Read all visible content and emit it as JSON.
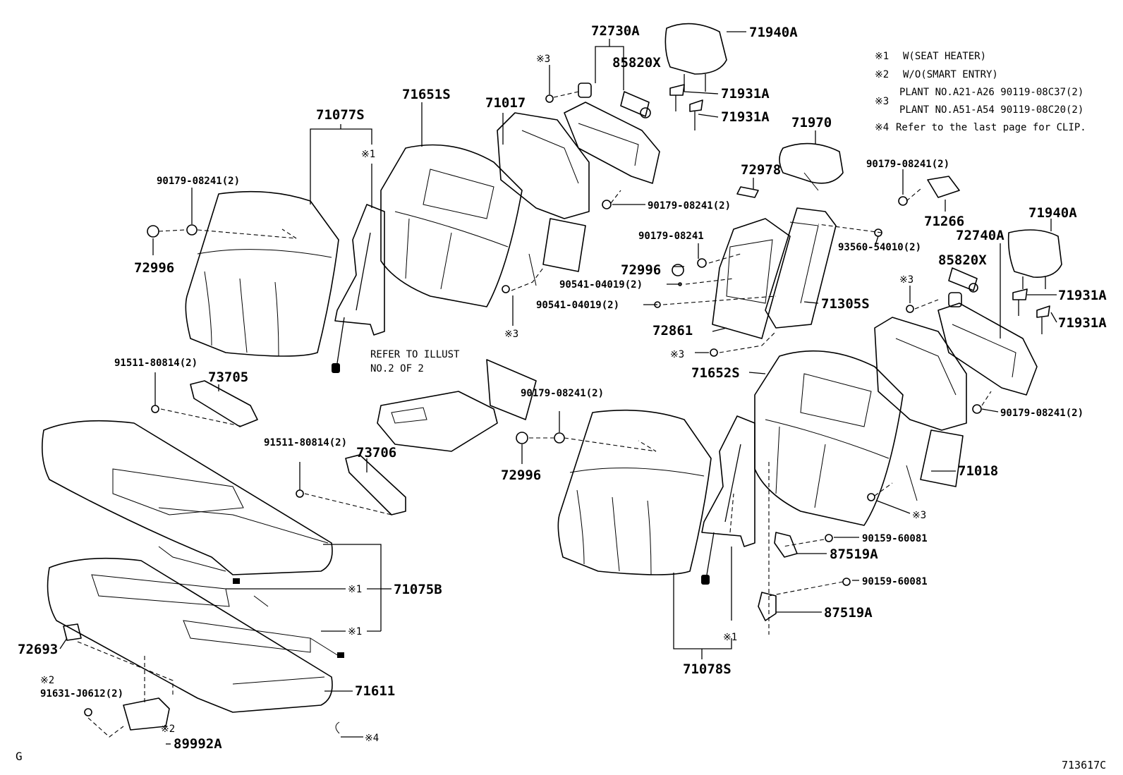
{
  "legend": [
    {
      "mark": "※1",
      "text": "W(SEAT HEATER)"
    },
    {
      "mark": "※2",
      "text": "W/O(SMART ENTRY)"
    },
    {
      "mark": "※3",
      "text": "PLANT NO.A21-A26 90119-08C37(2)",
      "text2": "PLANT NO.A51-A54 90119-08C20(2)"
    },
    {
      "mark": "※4",
      "text": "Refer to the last page for CLIP."
    }
  ],
  "labels": {
    "p71077S": "71077S",
    "p71651S": "71651S",
    "p71017": "71017",
    "p72730A": "72730A",
    "p85820X_1": "85820X",
    "p71940A_1": "71940A",
    "p71931A_1": "71931A",
    "p71931A_2": "71931A",
    "p71970": "71970",
    "p72978": "72978",
    "p90179_a": "90179-08241(2)",
    "p90179_b": "90179-08241(2)",
    "p90179_c": "90179-08241",
    "p90179_d": "90179-08241(2)",
    "p90179_e": "90179-08241(2)",
    "p90179_f": "90179-08241(2)",
    "p72996_a": "72996",
    "p72996_b": "72996",
    "p72996_c": "72996",
    "p90541_a": "90541-04019(2)",
    "p90541_b": "90541-04019(2)",
    "p71305S": "71305S",
    "p72861": "72861",
    "p93560": "93560-54010(2)",
    "p71266": "71266",
    "p72740A": "72740A",
    "p85820X_2": "85820X",
    "p71940A_2": "71940A",
    "p71931A_3": "71931A",
    "p71931A_4": "71931A",
    "p71652S": "71652S",
    "p71018": "71018",
    "p91511_a": "91511-80814(2)",
    "p91511_b": "91511-80814(2)",
    "p73705": "73705",
    "p73706": "73706",
    "refer1": "REFER TO ILLUST",
    "refer2": "NO.2 OF 2",
    "p71075B": "71075B",
    "p72693": "72693",
    "p91631": "91631-J0612(2)",
    "p71611": "71611",
    "p89992A": "89992A",
    "p90159_a": "90159-60081",
    "p90159_b": "90159-60081",
    "p87519A_a": "87519A",
    "p87519A_b": "87519A",
    "p71078S": "71078S",
    "m1_a": "※1",
    "m1_b": "※1",
    "m1_c": "※1",
    "m1_d": "※1",
    "m2_a": "※2",
    "m2_b": "※2",
    "m3_a": "※3",
    "m3_b": "※3",
    "m3_c": "※3",
    "m3_d": "※3",
    "m3_e": "※3",
    "m4": "※4"
  },
  "footer": {
    "left": "G",
    "right": "713617C"
  }
}
